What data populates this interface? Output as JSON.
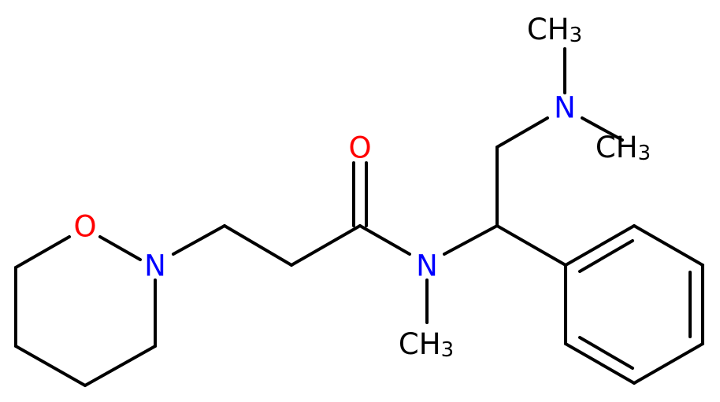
{
  "molecule": {
    "colors": {
      "carbon_bond": "#000000",
      "nitrogen": "#0000FF",
      "oxygen": "#FF0000",
      "carbon_label": "#000000",
      "background": "#FFFFFF"
    },
    "labels": {
      "ring_oxygen": "O",
      "ring_nitrogen": "N",
      "carbonyl_oxygen": "O",
      "amide_nitrogen": "N",
      "amine_nitrogen": "N",
      "n_methyl_c": "CH",
      "n_methyl_sub": "3",
      "top_methyl_c": "CH",
      "top_methyl_sub": "3",
      "right_methyl_c": "CH",
      "right_methyl_sub": "3"
    }
  }
}
